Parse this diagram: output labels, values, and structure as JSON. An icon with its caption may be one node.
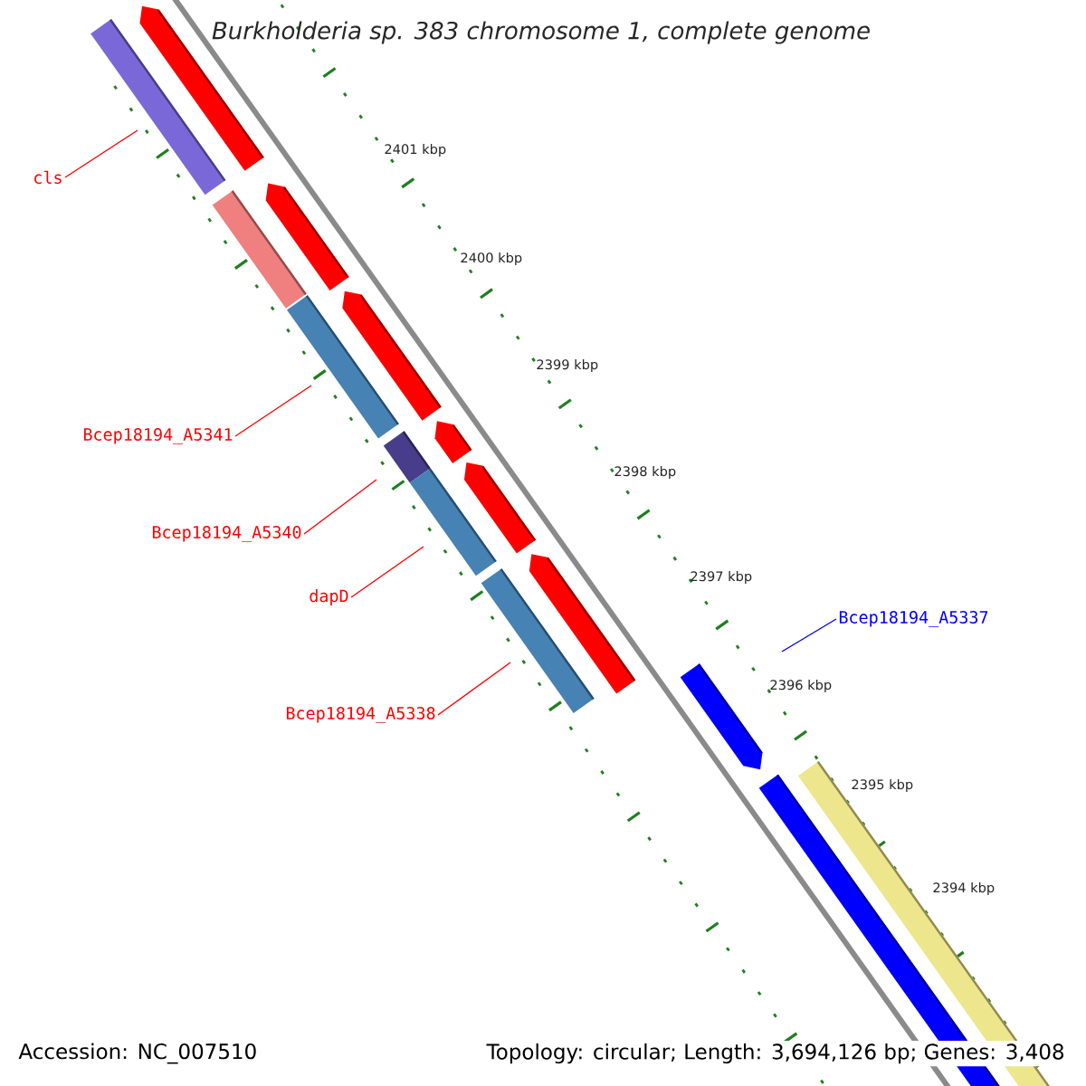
{
  "diagram": {
    "title": "Burkholderia sp. 383 chromosome 1, complete genome",
    "nodes": [
      {
        "text": [
          "cls"
        ]
      },
      {
        "text": [
          "Bcep18194_A5341"
        ]
      },
      {
        "text": [
          "Bcep18194_A5340"
        ]
      },
      {
        "text": [
          "dapD"
        ]
      },
      {
        "text": [
          "Bcep18194_A5338"
        ]
      },
      {
        "text": [
          "Bcep18194_A5337"
        ]
      }
    ],
    "edges": [
      {
        "from": 0,
        "to": null,
        "arrow": "none"
      },
      {
        "from": 1,
        "to": null,
        "arrow": "none"
      },
      {
        "from": 2,
        "to": null,
        "arrow": "none"
      },
      {
        "from": 3,
        "to": null,
        "arrow": "none"
      },
      {
        "from": 4,
        "to": null,
        "arrow": "none"
      },
      {
        "from": 5,
        "to": null,
        "arrow": "none",
        "color": "#0000ff"
      }
    ],
    "labels": [
      "2401 kbp",
      "2400 kbp",
      "2399 kbp",
      "2398 kbp",
      "2397 kbp",
      "2396 kbp",
      "2395 kbp",
      "2394 kbp",
      "Accession: NC_007510",
      "Topology: circular; Length: 3,694,126 bp; Genes: 3,408"
    ]
  }
}
